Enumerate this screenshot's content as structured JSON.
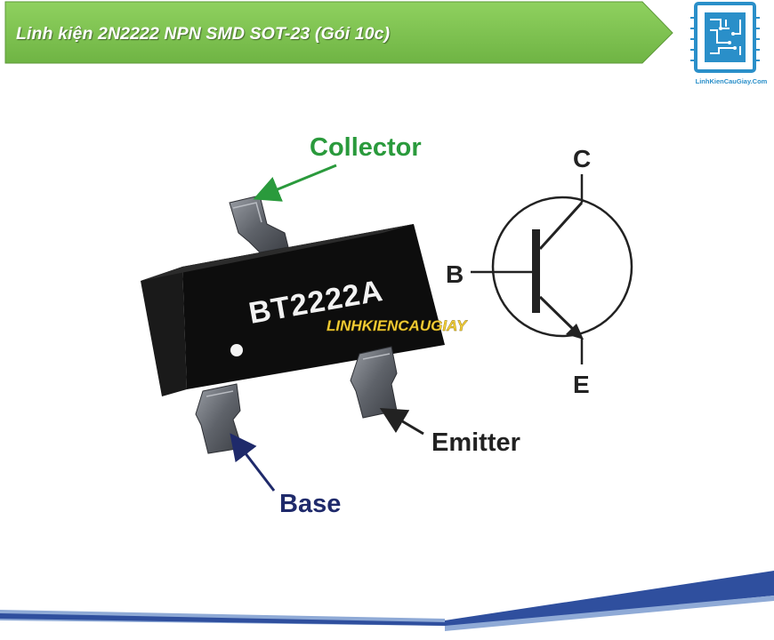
{
  "banner": {
    "title": "Linh kiện 2N2222 NPN SMD SOT-23 (Gói 10c)"
  },
  "logo": {
    "caption": "LinhKienCauGiay.Com"
  },
  "diagram": {
    "chip_marking": "BT2222A",
    "watermark": "LINHKIENCAUGIAY",
    "labels": {
      "collector": "Collector",
      "base": "Base",
      "emitter": "Emitter"
    },
    "symbol": {
      "c": "C",
      "b": "B",
      "e": "E"
    }
  },
  "colors": {
    "banner_fill": "#7dc352",
    "collector_label": "#2a9a3c",
    "base_label": "#1f2a6b",
    "emitter_label": "#222222",
    "footer_dark": "#2f4f9e",
    "footer_light": "#8faad6"
  }
}
